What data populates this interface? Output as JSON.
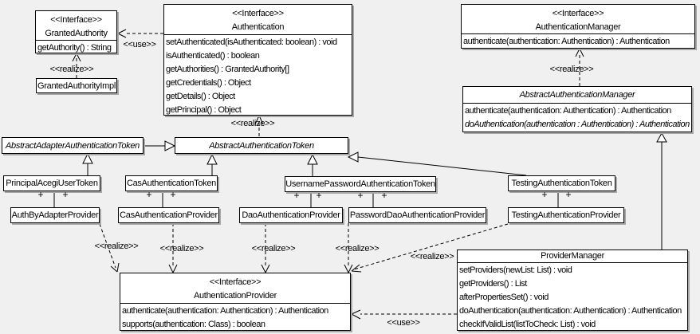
{
  "diagram": {
    "colors": {
      "background": "#f0f0f0",
      "box_fill": "#ffffff",
      "border": "#000000",
      "shadow": "#a8a8a8"
    },
    "labels": {
      "use": "<<use>>",
      "realize": "<<realize>>",
      "plus": "+"
    },
    "classes": {
      "granted_authority": {
        "stereotype": "<<Interface>>",
        "name": "GrantedAuthority",
        "methods": [
          "getAuthority() : String"
        ]
      },
      "granted_authority_impl": {
        "name": "GrantedAuthorityImpl"
      },
      "authentication": {
        "stereotype": "<<Interface>>",
        "name": "Authentication",
        "methods": [
          "setAuthenticated(isAuthenticated: boolean) : void",
          "isAuthenticated() : boolean",
          "getAuthorities() : GrantedAuthority[]",
          "getCredentials() : Object",
          "getDetails() : Object",
          "getPrincipal() : Object"
        ]
      },
      "authentication_manager": {
        "stereotype": "<<Interface>>",
        "name": "AuthenticationManager",
        "methods": [
          "authenticate(authentication: Authentication) : Authentication"
        ]
      },
      "abstract_authentication_manager": {
        "name": "AbstractAuthenticationManager",
        "methods": [
          "authenticate(authentication: Authentication) : Authentication",
          "doAuthentication(authentication : Authentication) : Authentication"
        ]
      },
      "abstract_adapter_authentication_token": {
        "name": "AbstractAdapterAuthenticationToken"
      },
      "abstract_authentication_token": {
        "name": "AbstractAuthenticationToken"
      },
      "principal_acegi_user_token": {
        "name": "PrincipalAcegiUserToken"
      },
      "cas_authentication_token": {
        "name": "CasAuthenticationToken"
      },
      "username_password_authentication_token": {
        "name": "UsernamePasswordAuthenticationToken"
      },
      "testing_authentication_token": {
        "name": "TestingAuthenticationToken"
      },
      "auth_by_adapter_provider": {
        "name": "AuthByAdapterProvider"
      },
      "cas_authentication_provider": {
        "name": "CasAuthenticationProvider"
      },
      "dao_authentication_provider": {
        "name": "DaoAuthenticationProvider"
      },
      "password_dao_authentication_provider": {
        "name": "PasswordDaoAuthenticationProvider"
      },
      "testing_authentication_provider": {
        "name": "TestingAuthenticationProvider"
      },
      "authentication_provider": {
        "stereotype": "<<Interface>>",
        "name": "AuthenticationProvider",
        "methods": [
          "authenticate(authentication: Authentication) : Authentication",
          "supports(authentication: Class) : boolean"
        ]
      },
      "provider_manager": {
        "name": "ProviderManager",
        "methods": [
          "setProviders(newList: List) : void",
          "getProviders() : List",
          "afterPropertiesSet() : void",
          "doAuthentication(authentication: Authentication) : Authentication",
          "checkIfValidList(listToCheck: List) : void"
        ]
      }
    }
  }
}
